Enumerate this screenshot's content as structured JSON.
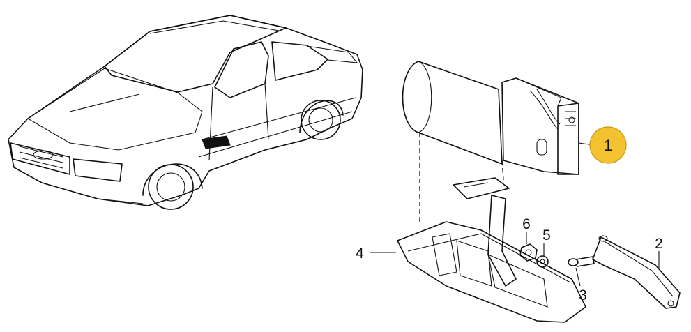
{
  "diagram": {
    "parts": [
      {
        "id": "part-1",
        "number": "1",
        "highlighted": true
      },
      {
        "id": "part-2",
        "number": "2",
        "highlighted": false
      },
      {
        "id": "part-3",
        "number": "3",
        "highlighted": false
      },
      {
        "id": "part-4",
        "number": "4",
        "highlighted": false
      },
      {
        "id": "part-5",
        "number": "5",
        "highlighted": false
      },
      {
        "id": "part-6",
        "number": "6",
        "highlighted": false
      }
    ],
    "colors": {
      "line": "#111111",
      "highlight_fill": "#f2c230",
      "highlight_stroke": "#c99a10",
      "background": "#ffffff"
    }
  }
}
